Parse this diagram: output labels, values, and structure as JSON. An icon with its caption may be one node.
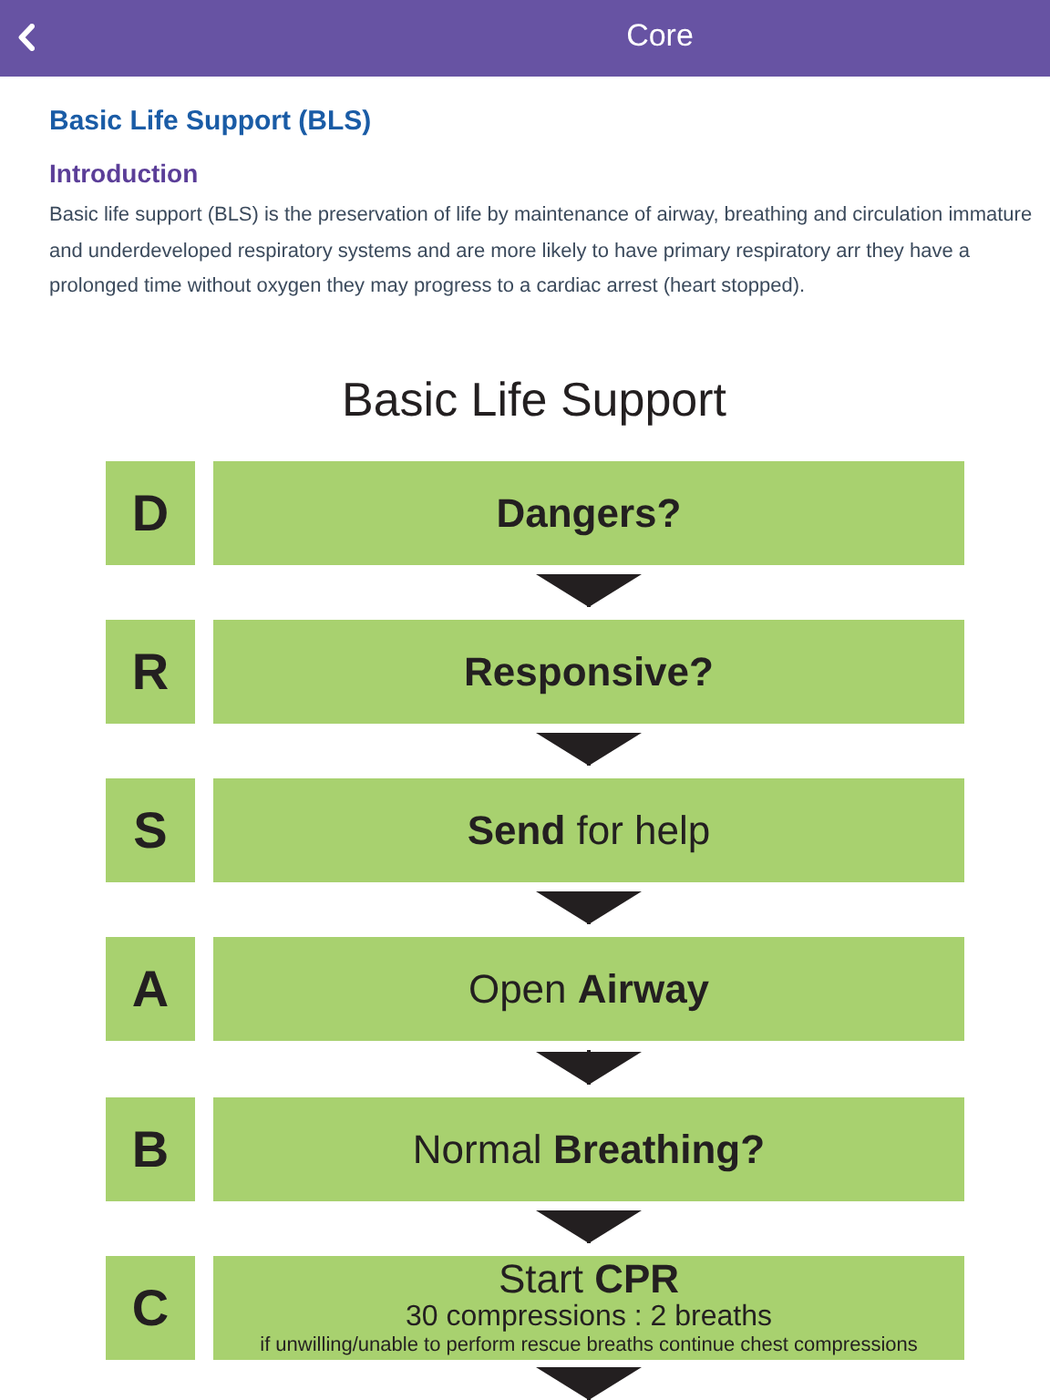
{
  "diagram": {
    "title": "Basic Life Support",
    "nodes": [
      {
        "text": [
          "D"
        ]
      },
      {
        "text": [
          "Dangers?"
        ]
      },
      {
        "text": [
          "R"
        ]
      },
      {
        "text": [
          "Responsive?"
        ]
      },
      {
        "text": [
          "S"
        ]
      },
      {
        "text": [
          "**Send** for help"
        ]
      },
      {
        "text": [
          "A"
        ]
      },
      {
        "text": [
          "Open **Airway**"
        ]
      },
      {
        "text": [
          "B"
        ]
      },
      {
        "text": [
          "Normal **Breathing?**"
        ]
      },
      {
        "text": [
          "C"
        ]
      },
      {
        "text": [
          "Start **CPR**",
          "30 compressions : 2 breaths",
          "if unwilling/unable to perform rescue breaths continue chest compressions"
        ]
      }
    ],
    "edges": [
      {
        "from": 1,
        "to": 3,
        "arrow": "to"
      },
      {
        "from": 3,
        "to": 5,
        "arrow": "to"
      },
      {
        "from": 5,
        "to": 7,
        "arrow": "to"
      },
      {
        "from": 7,
        "to": 9,
        "arrow": "to"
      },
      {
        "from": 9,
        "to": 11,
        "arrow": "to"
      },
      {
        "from": 11,
        "to": null,
        "arrow": "to"
      }
    ],
    "labels": [
      "Core",
      "Basic Life Support (BLS)",
      "Introduction",
      "Basic life support (BLS) is the preservation of life by maintenance of airway, breathing and circulation immature and underdeveloped respiratory systems and are more likely to have primary respiratory arr they have a prolonged time without oxygen they may progress to a cardiac arrest (heart stopped)."
    ]
  }
}
